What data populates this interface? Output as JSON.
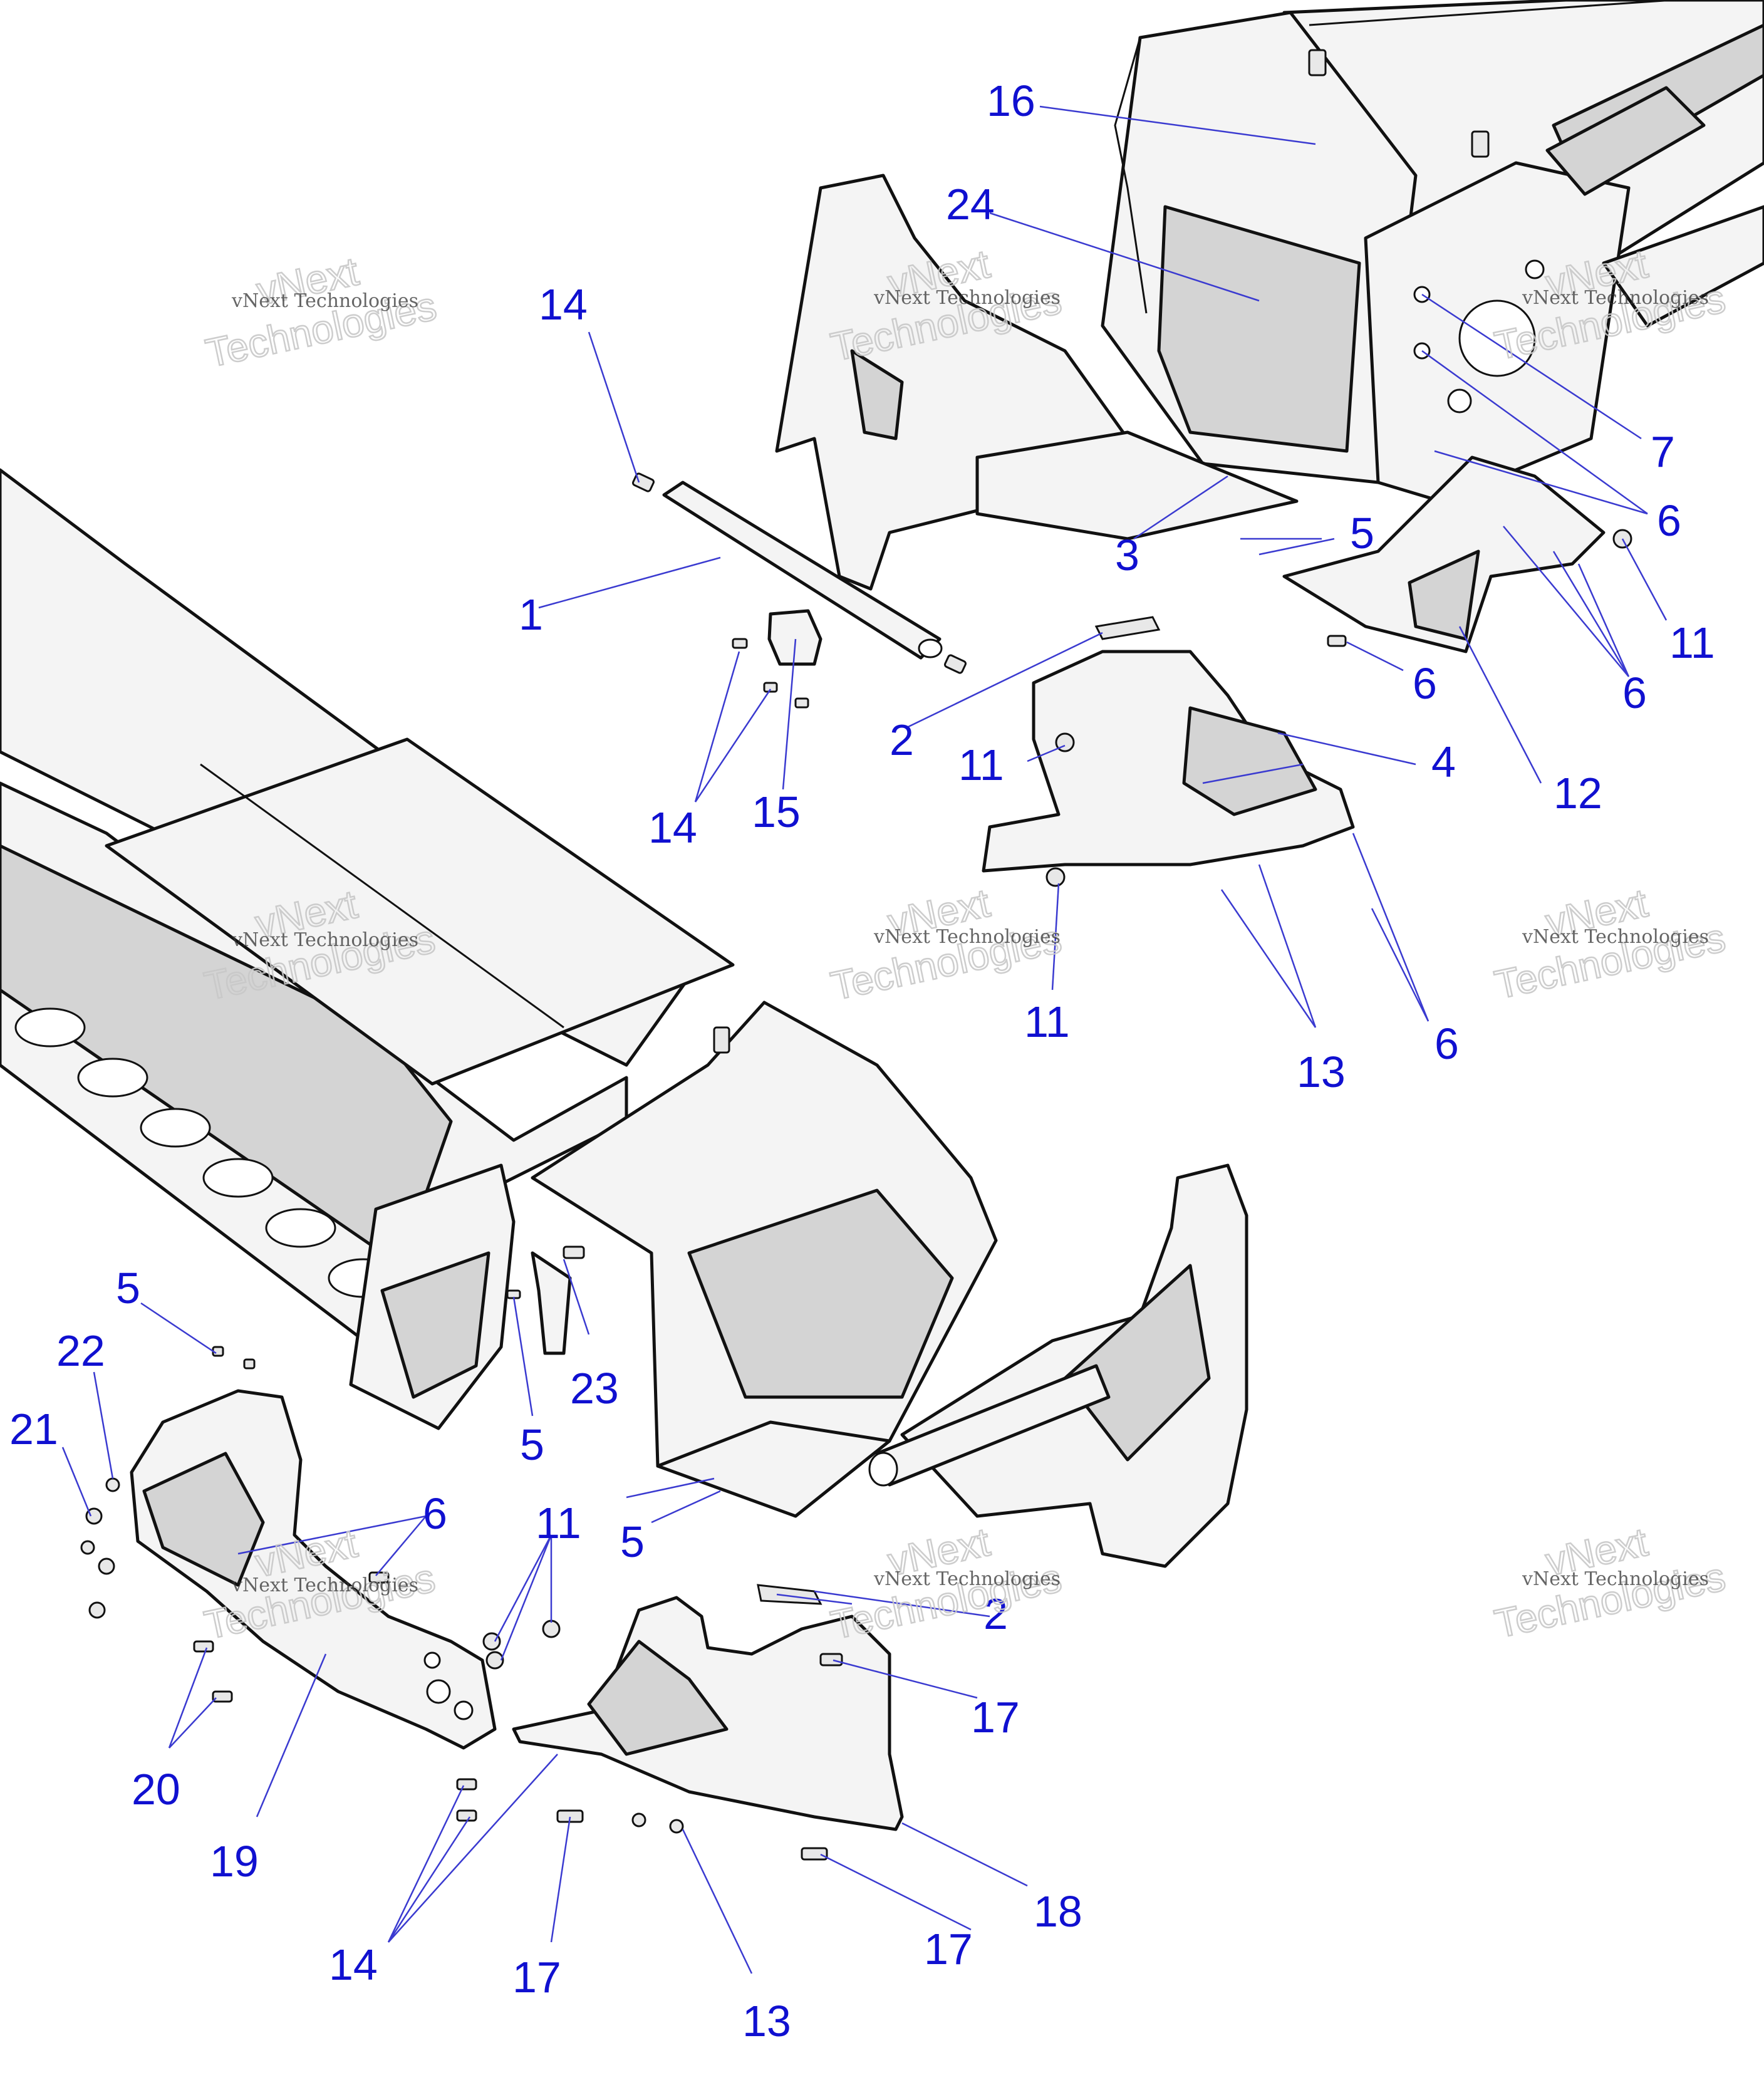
{
  "watermark": {
    "text": "vNext Technologies",
    "big_line1": "vNext",
    "big_line2": "Technologies"
  },
  "callouts": [
    {
      "id": "c16",
      "label": "16"
    },
    {
      "id": "c24",
      "label": "24"
    },
    {
      "id": "c14a",
      "label": "14"
    },
    {
      "id": "c7",
      "label": "7"
    },
    {
      "id": "c6a",
      "label": "6"
    },
    {
      "id": "c5a",
      "label": "5"
    },
    {
      "id": "c3",
      "label": "3"
    },
    {
      "id": "c11a",
      "label": "11"
    },
    {
      "id": "c1",
      "label": "1"
    },
    {
      "id": "c6b",
      "label": "6"
    },
    {
      "id": "c6c",
      "label": "6"
    },
    {
      "id": "c2a",
      "label": "2"
    },
    {
      "id": "c4",
      "label": "4"
    },
    {
      "id": "c11b",
      "label": "11"
    },
    {
      "id": "c12",
      "label": "12"
    },
    {
      "id": "c14b",
      "label": "14"
    },
    {
      "id": "c15",
      "label": "15"
    },
    {
      "id": "c11c",
      "label": "11"
    },
    {
      "id": "c6d",
      "label": "6"
    },
    {
      "id": "c13a",
      "label": "13"
    },
    {
      "id": "c5b",
      "label": "5"
    },
    {
      "id": "c22",
      "label": "22"
    },
    {
      "id": "c21",
      "label": "21"
    },
    {
      "id": "c23",
      "label": "23"
    },
    {
      "id": "c5c",
      "label": "5"
    },
    {
      "id": "c6e",
      "label": "6"
    },
    {
      "id": "c11d",
      "label": "11"
    },
    {
      "id": "c5d",
      "label": "5"
    },
    {
      "id": "c2b",
      "label": "2"
    },
    {
      "id": "c17a",
      "label": "17"
    },
    {
      "id": "c20",
      "label": "20"
    },
    {
      "id": "c19",
      "label": "19"
    },
    {
      "id": "c14c",
      "label": "14"
    },
    {
      "id": "c18",
      "label": "18"
    },
    {
      "id": "c17b",
      "label": "17"
    },
    {
      "id": "c17c",
      "label": "17"
    },
    {
      "id": "c13b",
      "label": "13"
    }
  ]
}
